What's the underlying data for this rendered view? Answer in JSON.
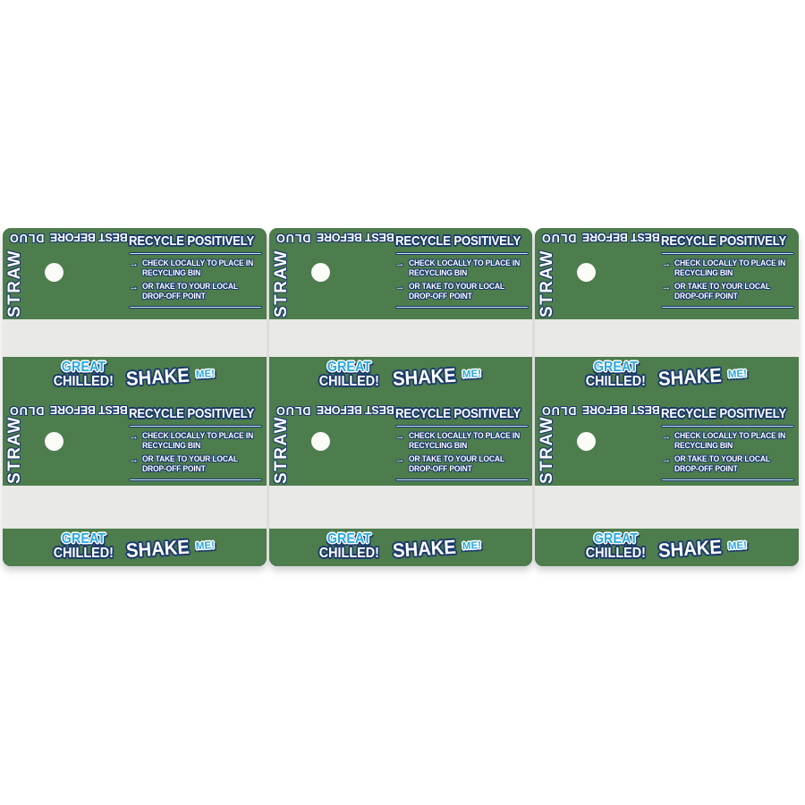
{
  "colors": {
    "panel_green": "#4d7c4d",
    "outline_navy": "#1b3a6b",
    "accent_blue": "#2aa9e2",
    "tear_strip": "#e9e9e6",
    "background": "#ffffff"
  },
  "grid": {
    "columns": 3,
    "rows": 2,
    "panel_count": 6
  },
  "panel": {
    "dluo": "DLUO",
    "best_before": "BEST BEFORE",
    "straw": "STRAW",
    "recycle": {
      "title": "RECYCLE POSITIVELY",
      "arrow": "→",
      "bullets": [
        {
          "line1": "CHECK LOCALLY TO PLACE IN",
          "line2": "RECYCLING BIN"
        },
        {
          "line1": "OR TAKE TO YOUR LOCAL",
          "line2": "DROP-OFF POINT"
        }
      ]
    },
    "chilled": {
      "line1": "GREAT",
      "line2": "CHILLED!"
    },
    "shake": {
      "word": "SHAKE",
      "me": "ME!"
    }
  }
}
